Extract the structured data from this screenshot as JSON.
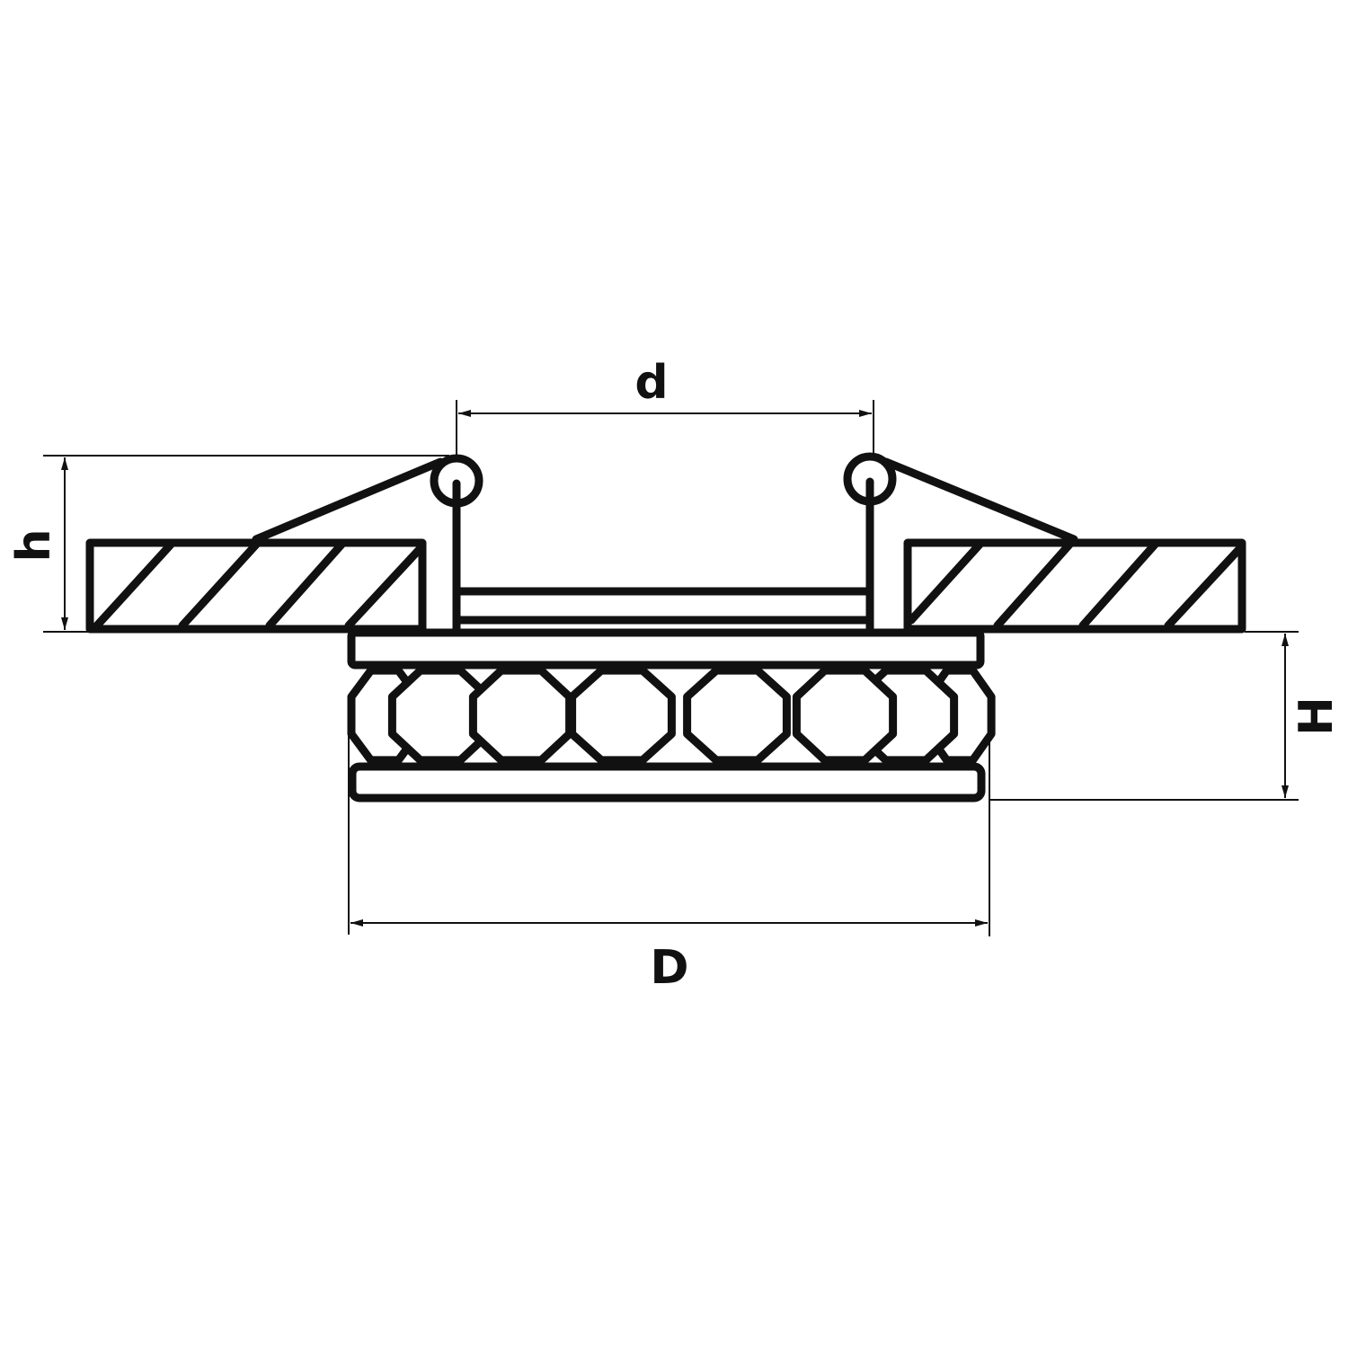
{
  "dimensions": {
    "small_d": "d",
    "small_h": "h",
    "big_H": "H",
    "big_D": "D"
  },
  "colors": {
    "line": "#111111",
    "background": "#ffffff"
  }
}
